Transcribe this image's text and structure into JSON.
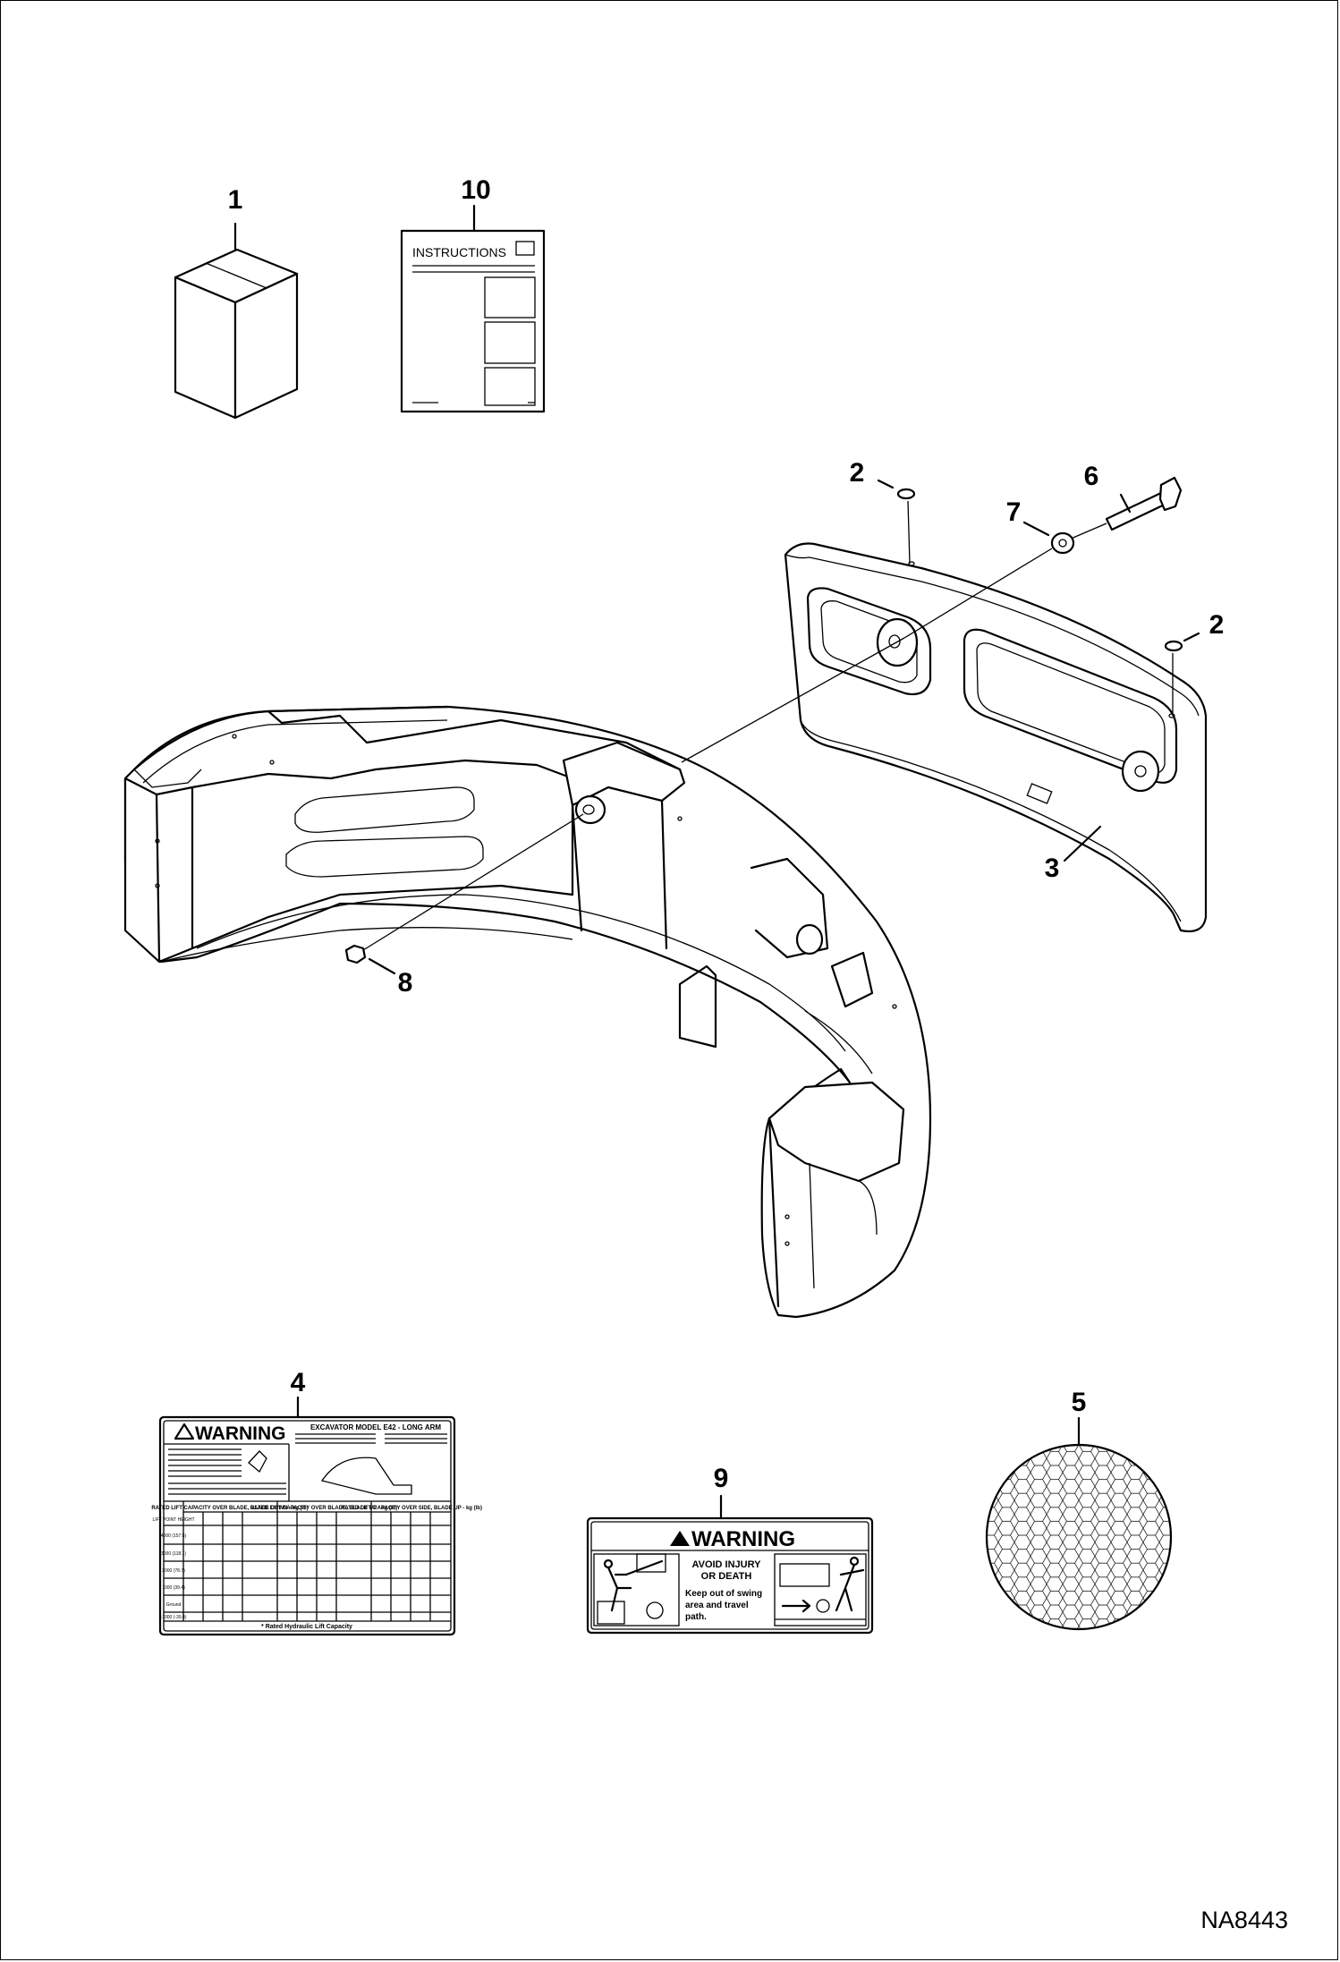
{
  "diagram": {
    "callouts": {
      "c1": "1",
      "c10": "10",
      "c2a": "2",
      "c2b": "2",
      "c6": "6",
      "c7": "7",
      "c3": "3",
      "c8": "8",
      "c4": "4",
      "c5": "5",
      "c9": "9"
    },
    "instructions_label": "INSTRUCTIONS",
    "decal_4": {
      "header": "WARNING",
      "model_title": "EXCAVATOR MODEL E42 - LONG ARM",
      "footer": "* Rated Hydraulic Lift Capacity",
      "col_groups": [
        "RATED LIFT CAPACITY OVER BLADE, BLADE DOWN - kg (lb)",
        "RATED LIFT CAPACITY OVER BLADE, BLADE UP - kg (lb)",
        "RATED LIFT CAPACITY OVER SIDE, BLADE UP - kg (lb)"
      ],
      "row_heads": [
        "LIFT POINT HEIGHT",
        "4000 (157.5)",
        "3000 (118.1)",
        "2000 (78.7)",
        "1000 (39.4)",
        "Ground",
        "-1000 (-39.4)"
      ]
    },
    "decal_9": {
      "header": "WARNING",
      "line1": "AVOID INJURY",
      "line2": "OR DEATH",
      "body1": "Keep out of swing",
      "body2": "area and travel",
      "body3": "path."
    },
    "figure_code": "NA8443"
  }
}
